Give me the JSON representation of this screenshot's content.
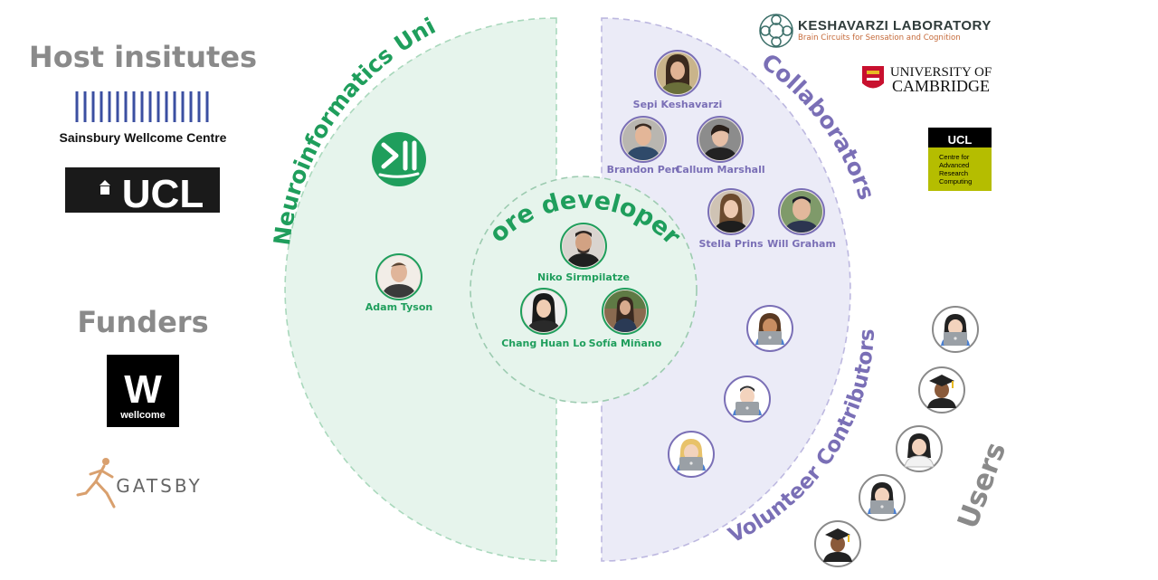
{
  "host_institutes": {
    "title": "Host insitutes",
    "swc_name": "Sainsbury Wellcome Centre",
    "ucl_logo": "UCL"
  },
  "funders": {
    "title": "Funders",
    "wellcome_logo": "W",
    "wellcome_name": "wellcome",
    "gatsby_name": "GATSBY"
  },
  "groups": {
    "neuroinformatics_unit": "Neuroinformatics Unit",
    "core_developers": "Core developers",
    "collaborators": "Collaborators",
    "volunteer_contributors": "Volunteer Contributors",
    "users": "Users"
  },
  "people": {
    "adam": "Adam Tyson",
    "niko": "Niko Sirmpilatze",
    "chang": "Chang Huan Lo",
    "sofia": "Sofía Miñano",
    "sepi": "Sepi Keshavarzi",
    "brandon": "Brandon Peri",
    "callum": "Callum Marshall",
    "stella": "Stella Prins",
    "will": "Will Graham"
  },
  "partner_logos": {
    "keshavarzi_title": "KESHAVARZI LABORATORY",
    "keshavarzi_subtitle": "Brain Circuits for Sensation and Cognition",
    "cambridge_line1": "UNIVERSITY OF",
    "cambridge_line2": "CAMBRIDGE",
    "arc_ucl": "UCL",
    "arc_line1": "Centre for",
    "arc_line2": "Advanced",
    "arc_line3": "Research",
    "arc_line4": "Computing"
  },
  "colors": {
    "green": "#1f9e5c",
    "green_fill": "#e6f4ec",
    "purple": "#7a6fb6",
    "purple_fill": "#ebebf7",
    "heading_grey": "#8a8a8a"
  }
}
